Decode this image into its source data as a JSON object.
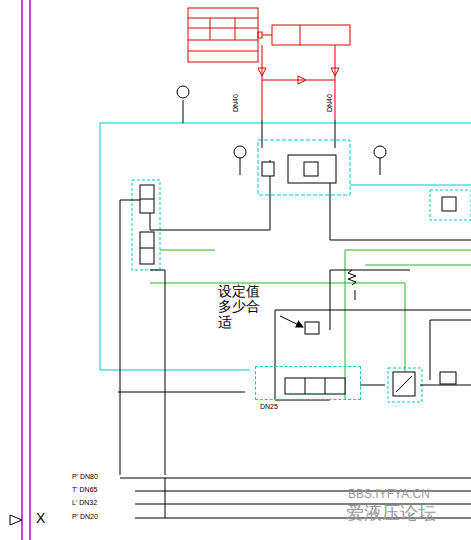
{
  "diagram": {
    "nodes": [
      {
        "text": [
          "DN25"
        ]
      }
    ],
    "labels": [
      "设定值多少合适",
      "X",
      "P' DN80",
      "T' DN65",
      "L' DN32",
      "P' DN20",
      "DN40",
      "DN40",
      "BBS.IYFYA.CN",
      "爱液压论坛"
    ]
  }
}
